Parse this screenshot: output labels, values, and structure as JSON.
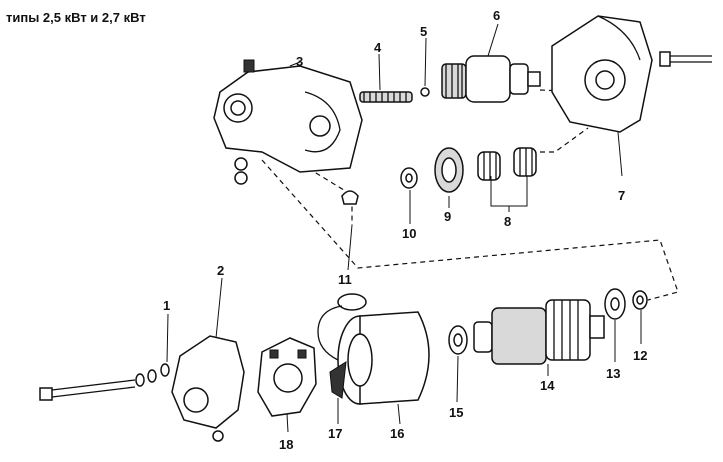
{
  "heading": "типы 2,5 кВт и 2,7 кВт",
  "callouts": [
    "1",
    "2",
    "3",
    "4",
    "5",
    "6",
    "7",
    "8",
    "9",
    "10",
    "11",
    "12",
    "13",
    "14",
    "15",
    "16",
    "17",
    "18"
  ]
}
